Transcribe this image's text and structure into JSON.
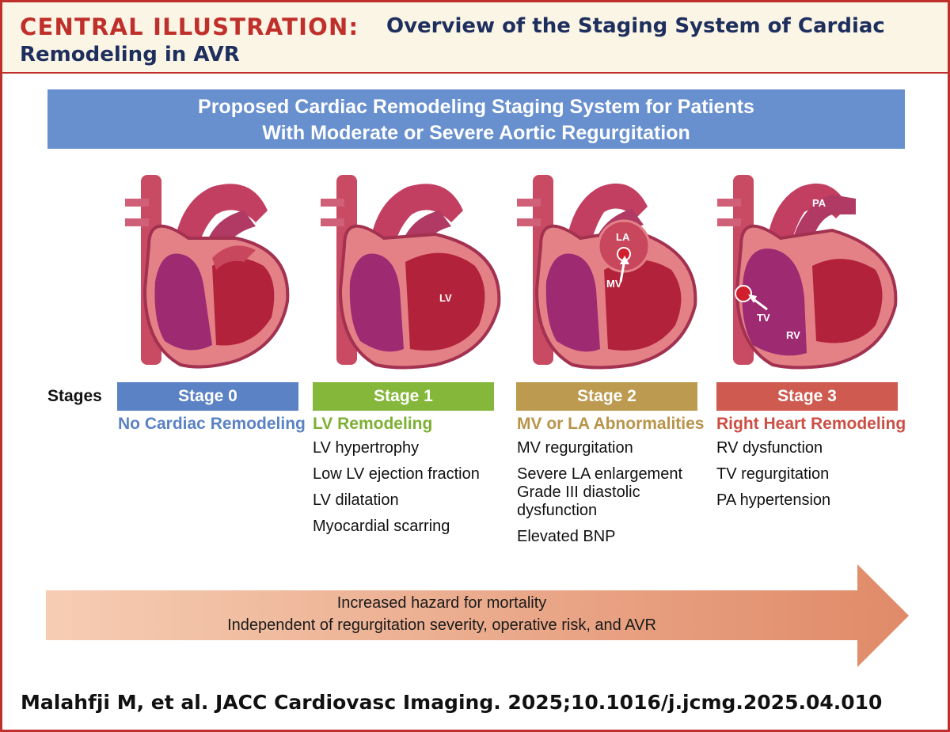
{
  "title": {
    "prefix": "CENTRAL ILLUSTRATION:",
    "text_line1": "Overview of the Staging System of Cardiac",
    "text_line2": "Remodeling in AVR"
  },
  "banner": {
    "line1": "Proposed Cardiac Remodeling Staging System for Patients",
    "line2": "With Moderate or Severe Aortic Regurgitation"
  },
  "hearts": [
    {
      "labels": []
    },
    {
      "labels": [
        "LV"
      ]
    },
    {
      "labels": [
        "LA",
        "MV"
      ]
    },
    {
      "labels": [
        "PA",
        "TV",
        "RV"
      ]
    }
  ],
  "stages_label": "Stages",
  "stages": [
    {
      "name": "Stage 0",
      "heading": "No Cardiac Remodeling",
      "color": "#5b82c4",
      "heading_color": "#5b82c4",
      "items": []
    },
    {
      "name": "Stage 1",
      "heading": "LV Remodeling",
      "color": "#84b73a",
      "heading_color": "#7cb033",
      "items": [
        "LV hypertrophy",
        "Low LV ejection fraction",
        "LV dilatation",
        "Myocardial scarring"
      ]
    },
    {
      "name": "Stage 2",
      "heading": "MV or LA Abnormalities",
      "color": "#bc9a4f",
      "heading_color": "#b8944a",
      "items": [
        "MV regurgitation",
        "Severe LA enlargement",
        "Grade III diastolic dysfunction",
        "Elevated BNP"
      ]
    },
    {
      "name": "Stage 3",
      "heading": "Right Heart Remodeling",
      "color": "#cf5a50",
      "heading_color": "#cc4f45",
      "items": [
        "RV dysfunction",
        "TV regurgitation",
        "PA hypertension"
      ]
    }
  ],
  "arrow": {
    "line1": "Increased hazard for mortality",
    "line2": "Independent of regurgitation severity, operative risk, and AVR"
  },
  "citation": "Malahfji M, et al. JACC Cardiovasc Imaging. 2025;10.1016/j.jcmg.2025.04.010"
}
